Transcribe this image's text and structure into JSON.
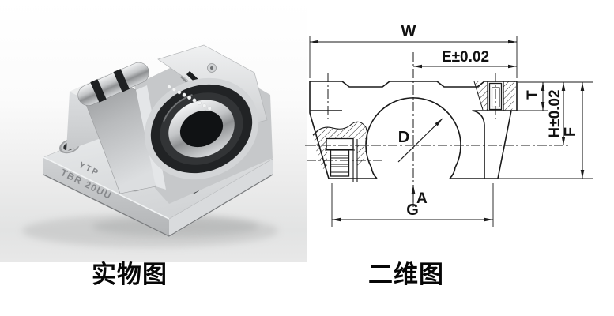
{
  "page": {
    "background": "#ffffff",
    "ink": "#1a1a1a"
  },
  "photo": {
    "caption": "实物图",
    "engraving": {
      "line1": "YTP",
      "line2": "TBR 20UU"
    },
    "colors": {
      "metal_light": "#eceeef",
      "metal_mid": "#cdd0d2",
      "metal_dark": "#a9abad",
      "bearing_black": "#1b1d1f",
      "floor_gray": "#e4e5e5"
    }
  },
  "drawing": {
    "caption": "二维图",
    "ink": "#1a1a1a",
    "dims": {
      "w": "W",
      "e": "E±0.02",
      "t": "T",
      "h": "H±0.02",
      "f": "F",
      "d": "D",
      "a": "A",
      "g": "G"
    }
  }
}
